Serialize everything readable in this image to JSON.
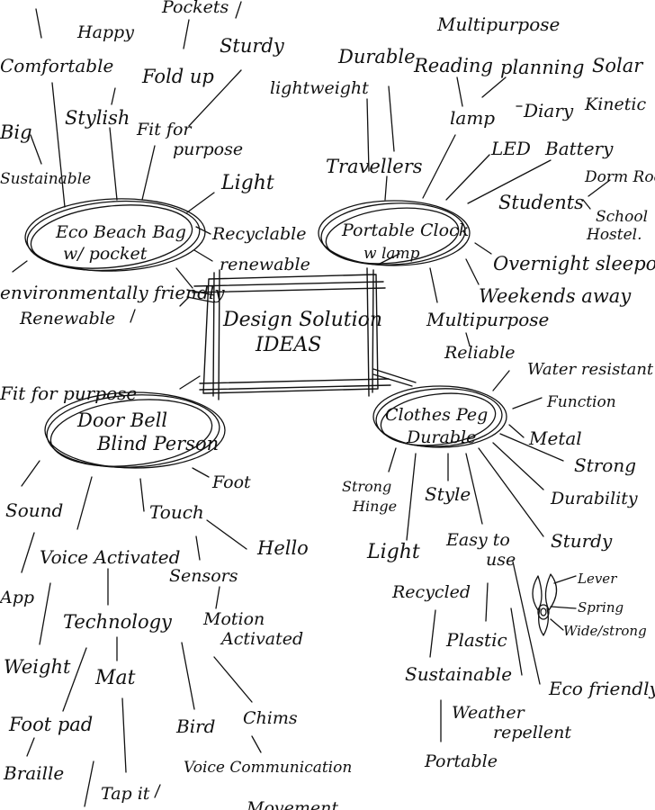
{
  "center": {
    "lines": [
      "Design Solution",
      "IDEAS"
    ]
  },
  "hubs": {
    "beach_bag": {
      "lines": [
        "Eco Beach Bag",
        "w/ pocket"
      ]
    },
    "clock": {
      "lines": [
        "Portable Clock",
        "w lamp"
      ]
    },
    "doorbell": {
      "lines": [
        "Door Bell",
        "Blind Person"
      ]
    },
    "peg": {
      "lines": [
        "Clothes Peg",
        "Durable"
      ]
    }
  },
  "words": {
    "happy": "Happy",
    "pockets": "Pockets",
    "comfortable": "Comfortable",
    "fold_up": "Fold up",
    "sturdy_top": "Sturdy",
    "stylish": "Stylish",
    "fit_for_top": "Fit for",
    "purpose_top": "purpose",
    "big": "Big",
    "sustainable_top": "Sustainable",
    "light_top": "Light",
    "recyclable": "Recyclable",
    "renewable_right": "renewable",
    "env_friendly": "environmentally friendly",
    "renewable_left": "Renewable",
    "durable_top": "Durable",
    "multipurpose_top": "Multipurpose",
    "lightweight": "lightweight",
    "reading": "Reading",
    "lamp": "lamp",
    "planning": "planning",
    "diary": "Diary",
    "solar": "Solar",
    "kinetic": "Kinetic",
    "led": "LED",
    "battery": "Battery",
    "dorm_room": "Dorm Room",
    "travellers": "Travellers",
    "students": "Students",
    "school": "School",
    "hostel": "Hostel.",
    "overnight": "Overnight sleepover",
    "weekends": "Weekends away",
    "multipurpose_mid": "Multipurpose",
    "reliable": "Reliable",
    "water_resistant": "Water resistant",
    "function": "Function",
    "metal": "Metal",
    "strong": "Strong",
    "durability": "Durability",
    "sturdy_peg": "Sturdy",
    "strong_hinge_1": "Strong",
    "strong_hinge_2": "Hinge",
    "style": "Style",
    "easy_to": "Easy to",
    "use": "use",
    "light_peg": "Light",
    "recycled": "Recycled",
    "plastic": "Plastic",
    "sustainable_peg": "Sustainable",
    "weather": "Weather",
    "repellent": "repellent",
    "eco_friendly": "Eco friendly",
    "portable": "Portable",
    "lever": "Lever",
    "spring": "Spring",
    "wide_strong": "Wide/strong",
    "fit_for_purpose": "Fit for purpose",
    "sound": "Sound",
    "foot": "Foot",
    "touch": "Touch",
    "hello": "Hello",
    "voice_activated": "Voice Activated",
    "sensors": "Sensors",
    "app": "App",
    "technology": "Technology",
    "motion": "Motion",
    "activated": "Activated",
    "weight": "Weight",
    "mat": "Mat",
    "foot_pad": "Foot pad",
    "bird": "Bird",
    "chims": "Chims",
    "braille": "Braille",
    "voice_comm": "Voice Communication",
    "tap_it": "Tap it",
    "movement": "Movement"
  }
}
